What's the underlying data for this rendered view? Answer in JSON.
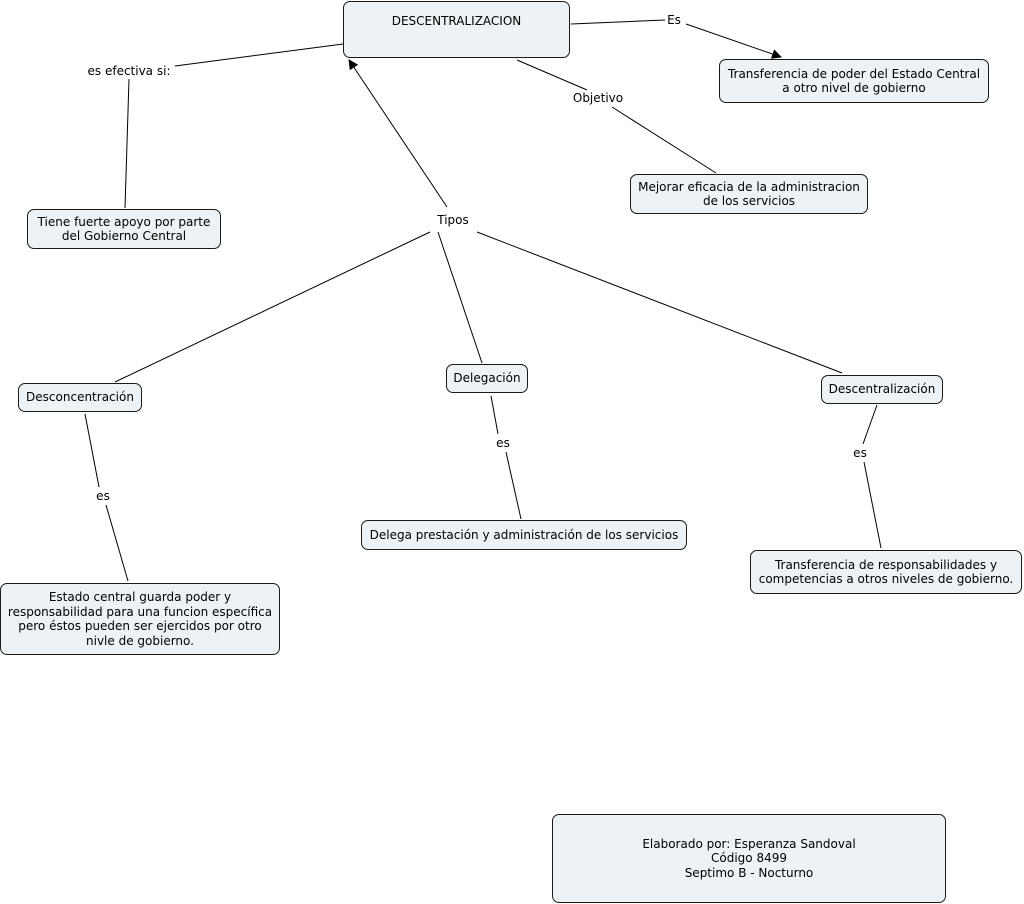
{
  "concepts": {
    "root": "DESCENTRALIZACION",
    "definition": "Transferencia de poder del Estado Central\na otro nivel de gobierno",
    "objective": "Mejorar eficacia de la administracion\nde los servicios",
    "condition": "Tiene fuerte apoyo por parte\ndel Gobierno Central",
    "type_desconcentracion": "Desconcentración",
    "type_delegacion": "Delegación",
    "type_descentralizacion": "Descentralización",
    "desc_desconcentracion": "Estado central guarda poder y\nresponsabilidad para una funcion específica\npero éstos pueden ser ejercidos por otro\nnivle de gobierno.",
    "desc_delegacion": "Delega prestación y administración de los servicios",
    "desc_descentralizacion": "Transferencia de responsabilidades y\ncompetencias a otros niveles de gobierno.",
    "author": "Elaborado por: Esperanza Sandoval\nCódigo 8499\nSeptimo B - Nocturno"
  },
  "link_labels": {
    "es_top": "Es",
    "objetivo": "Objetivo",
    "efectiva": "es efectiva si:",
    "tipos": "Tipos",
    "es_desconcentracion": "es",
    "es_delegacion": "es",
    "es_descentralizacion": "es"
  },
  "colors": {
    "node_fill": "#ecf2f5",
    "node_border": "#1a1a1a",
    "line": "#000000"
  }
}
